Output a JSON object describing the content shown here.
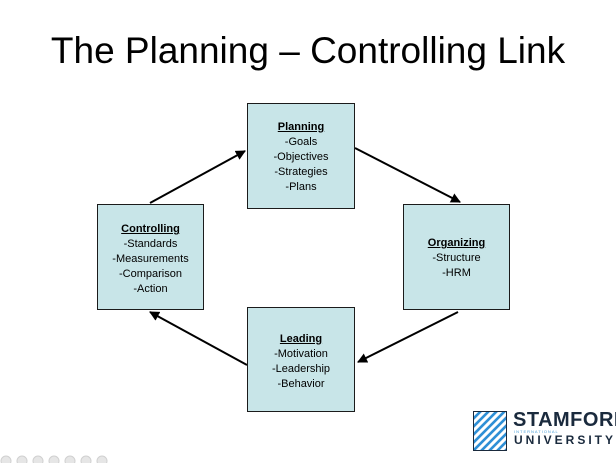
{
  "title": "The Planning – Controlling Link",
  "boxes": {
    "planning": {
      "title": "Planning",
      "items": [
        "-Goals",
        "-Objectives",
        "-Strategies",
        "-Plans"
      ]
    },
    "organizing": {
      "title": "Organizing",
      "items": [
        "-Structure",
        "-HRM"
      ]
    },
    "leading": {
      "title": "Leading",
      "items": [
        "-Motivation",
        "-Leadership",
        "-Behavior"
      ]
    },
    "controlling": {
      "title": "Controlling",
      "items": [
        "-Standards",
        "-Measurements",
        "-Comparison",
        "-Action"
      ]
    }
  },
  "logo": {
    "name": "STAMFORD",
    "sub": "UNIVERSITY",
    "tagline": "INTERNATIONAL"
  },
  "colors": {
    "box_fill": "#c8e5e8",
    "box_border": "#1b1b1b",
    "logo_blue": "#2e8fd6",
    "logo_dark": "#1a2a3d"
  }
}
